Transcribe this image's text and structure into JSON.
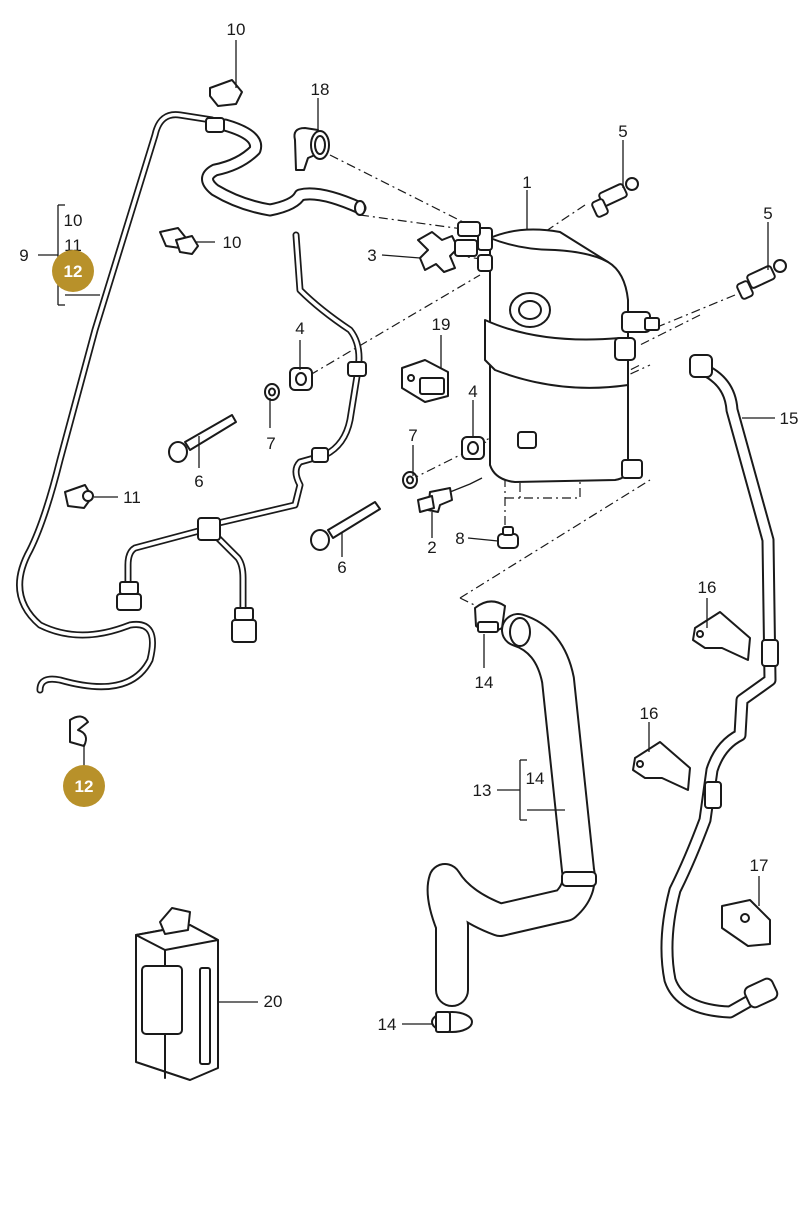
{
  "diagram": {
    "callouts": {
      "c1": "1",
      "c2": "2",
      "c3": "3",
      "c4a": "4",
      "c4b": "4",
      "c5a": "5",
      "c5b": "5",
      "c6a": "6",
      "c6b": "6",
      "c7a": "7",
      "c7b": "7",
      "c8": "8",
      "c9": "9",
      "c10a": "10",
      "c10b": "10",
      "c10c": "10",
      "c11a": "11",
      "c11b": "11",
      "c12a": "12",
      "c12b": "12",
      "c13": "13",
      "c14a": "14",
      "c14b": "14",
      "c14c": "14",
      "c15": "15",
      "c16a": "16",
      "c16b": "16",
      "c17": "17",
      "c18": "18",
      "c19": "19",
      "c20": "20"
    },
    "colors": {
      "badge": "#b8912a",
      "line": "#1a1a1a",
      "background": "#ffffff"
    }
  }
}
